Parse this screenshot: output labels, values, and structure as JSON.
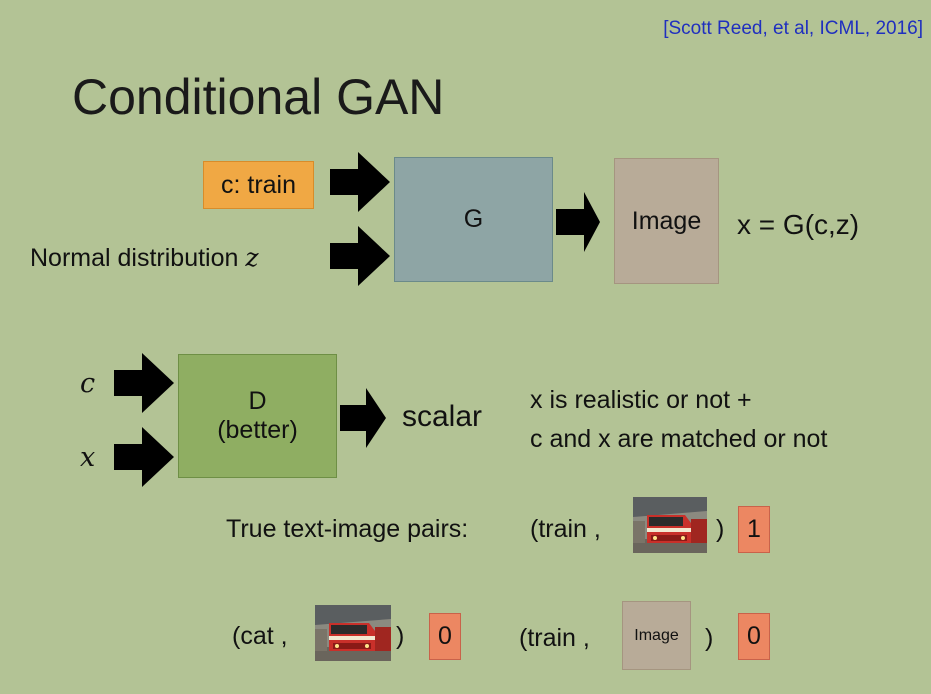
{
  "citation": "[Scott Reed, et al, ICML, 2016]",
  "title": "Conditional GAN",
  "generator": {
    "condition_label": "c: train",
    "noise_label": "Normal distribution",
    "noise_var": "z",
    "g_label": "G",
    "output_label": "Image",
    "equation": "x = G(c,z)"
  },
  "discriminator": {
    "input_c": "c",
    "input_x": "x",
    "d_label_line1": "D",
    "d_label_line2": "(better)",
    "output": "scalar",
    "desc_line1": "x is realistic or not +",
    "desc_line2": "c and x are matched or not"
  },
  "pairs": {
    "true_label": "True text-image pairs:",
    "true_open": "(train ,",
    "true_close": ")",
    "true_score": "1",
    "cat_open": "(cat ,",
    "cat_close": ")",
    "cat_score": "0",
    "fake_open": "(train ,",
    "fake_image_label": "Image",
    "fake_close": ")",
    "fake_score": "0"
  },
  "colors": {
    "background": "#b3c395",
    "condition_box": "#f0a844",
    "g_box": "#8ea5a5",
    "image_box": "#b8ab98",
    "d_box": "#8fae62",
    "score_box": "#ec8762",
    "citation": "#1f2fbf"
  }
}
